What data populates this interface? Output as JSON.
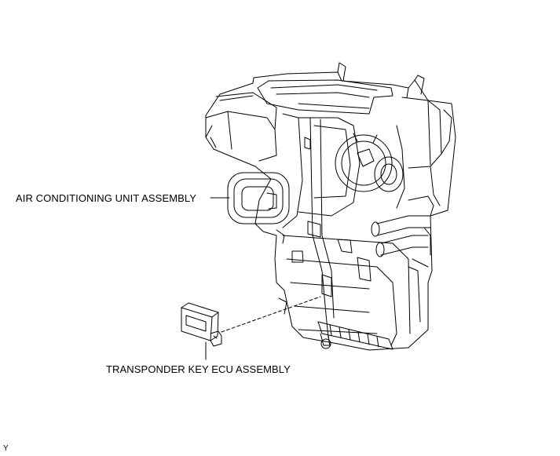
{
  "labels": {
    "ac_unit": "AIR CONDITIONING UNIT ASSEMBLY",
    "ecu": "TRANSPONDER KEY ECU ASSEMBLY"
  },
  "corner_code": "Y",
  "colors": {
    "line": "#000000",
    "background": "#ffffff"
  }
}
